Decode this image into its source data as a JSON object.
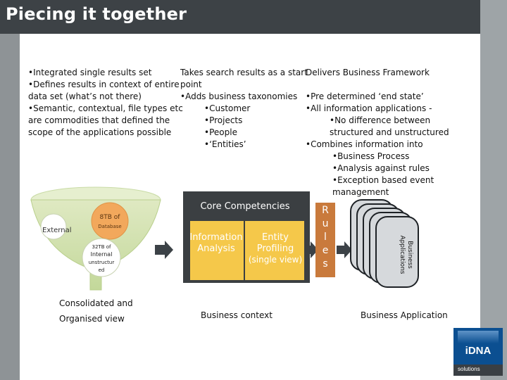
{
  "slide": {
    "title": "Piecing it together"
  },
  "col1": {
    "lines": [
      "•Integrated single results set",
      "•Defines results in context of entire",
      "data set (what’s not there)",
      "•Semantic, contextual, file types etc",
      "are commodities that defined the",
      "scope of the applications possible"
    ]
  },
  "col2": {
    "lines": [
      "Takes search results as a start",
      "point",
      "•Adds business taxonomies",
      "•Customer",
      "•Projects",
      "•People",
      "•‘Entities’"
    ]
  },
  "col3": {
    "heading": "Delivers Business Framework",
    "lines": [
      "•Pre determined ‘end state’",
      "•All information applications  -",
      "•No difference between",
      "structured and unstructured",
      "•Combines information into",
      "•Business Process",
      "•Analysis against rules",
      "•Exception based event",
      "management"
    ]
  },
  "funnel": {
    "external": "External",
    "database_size": "8TB of",
    "database_label": "Database",
    "internal_lines": [
      "32TB of",
      "Internal",
      "unstructur",
      "ed"
    ],
    "caption_line1": "Consolidated and",
    "caption_line2": "Organised view"
  },
  "core": {
    "heading": "Core Competencies",
    "info_line1": "Information",
    "info_line2": "Analysis",
    "entity_line1": "Entity",
    "entity_line2": "Profiling",
    "entity_line3": "(single view)",
    "caption": "Business context"
  },
  "rules": {
    "letters": [
      "R",
      "u",
      "l",
      "e",
      "s"
    ]
  },
  "apps": {
    "card_label_line1": "Business",
    "card_label_line2": "Applications",
    "caption": "Business Application"
  },
  "logo": {
    "main": "iDNA",
    "sub": "solutions"
  },
  "colors": {
    "title_bar": "#3d4246",
    "core_panel": "#3b3f42",
    "info_box": "#f5c84a",
    "rules_box": "#c97a3c",
    "arrow": "#3c4247",
    "logo_blue": "#0b4f91"
  }
}
